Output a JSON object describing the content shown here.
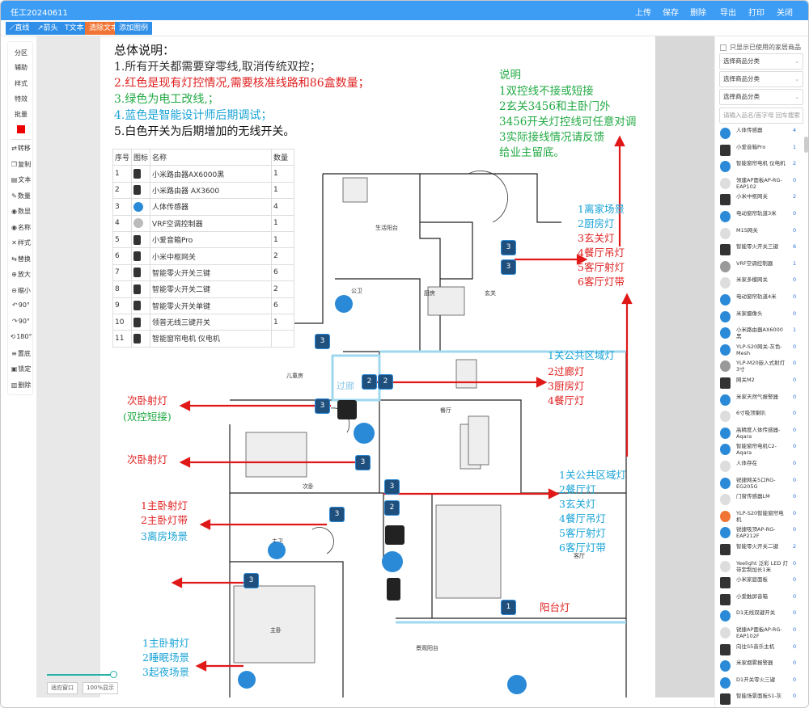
{
  "window": {
    "title": "任工20240611"
  },
  "top_actions": [
    "上传",
    "保存",
    "删除",
    "导出",
    "打印",
    "关闭"
  ],
  "toolbar": {
    "line": "直线",
    "arrow": "箭头",
    "text": "文本",
    "clear_text": "清除文本",
    "add_legend": "添加图例"
  },
  "left_tools": {
    "tabs": [
      "分区",
      "辅助",
      "样式",
      "特效",
      "批量"
    ],
    "tools": [
      "转移",
      "复制",
      "文本",
      "数量",
      "数显",
      "名称",
      "样式",
      "替换",
      "放大",
      "缩小",
      "90°",
      "90°",
      "180°",
      "置底",
      "锁定",
      "删除"
    ],
    "active_color": "#e00000"
  },
  "notes": {
    "title": "总体说明：",
    "lines": [
      {
        "text": "1.所有开关都需要穿零线,取消传统双控；",
        "color": "#111111"
      },
      {
        "text": "2.红色是现有灯控情况,需要核准线路和86盒数量；",
        "color": "#e02020"
      },
      {
        "text": "3.绿色为电工改线,；",
        "color": "#22aa44"
      },
      {
        "text": "4.蓝色是智能设计师后期调试；",
        "color": "#1aa3d6"
      },
      {
        "text": "5.白色开关为后期增加的无线开关。",
        "color": "#111111"
      }
    ]
  },
  "explain": {
    "title": "说明",
    "lines": [
      "1双控线不接或短接",
      "2玄关3456和主卧门外",
      "3456开关灯控线可任意对调",
      "3实际接线情况请反馈",
      "给业主留底。"
    ],
    "color": "#22aa44"
  },
  "legend": {
    "headers": [
      "序号",
      "图标",
      "名称",
      "数量"
    ],
    "rows": [
      {
        "no": "1",
        "icon": "router-icon",
        "name": "小米路由器AX6000黑",
        "qty": "1"
      },
      {
        "no": "2",
        "icon": "router-icon",
        "name": "小米路由器 AX3600",
        "qty": "1"
      },
      {
        "no": "3",
        "icon": "motion-sensor-icon",
        "name": "人体传感器",
        "qty": "4"
      },
      {
        "no": "4",
        "icon": "vrf-controller-icon",
        "name": "VRF空调控制器",
        "qty": "1"
      },
      {
        "no": "5",
        "icon": "speaker-icon",
        "name": "小爱音箱Pro",
        "qty": "1"
      },
      {
        "no": "6",
        "icon": "gateway-icon",
        "name": "小米中枢网关",
        "qty": "2"
      },
      {
        "no": "7",
        "icon": "switch-3-icon",
        "name": "智能零火开关三键",
        "qty": "6"
      },
      {
        "no": "8",
        "icon": "switch-2-icon",
        "name": "智能零火开关二键",
        "qty": "2"
      },
      {
        "no": "9",
        "icon": "switch-1-icon",
        "name": "智能零火开关单键",
        "qty": "6"
      },
      {
        "no": "10",
        "icon": "wireless-switch-icon",
        "name": "领普无线三键开关",
        "qty": "1"
      },
      {
        "no": "11",
        "icon": "curtain-motor-icon",
        "name": "智能窗帘电机 仪电机",
        "qty": ""
      }
    ]
  },
  "floorplan": {
    "rooms": [
      "生活阳台",
      "公卫",
      "厨房",
      "玄关",
      "过廊",
      "儿童房",
      "餐厅",
      "次卧",
      "主卫",
      "客厅",
      "主卧",
      "景观阳台"
    ],
    "labels": [
      {
        "lines": [
          "1离家场景",
          "2厨房灯"
        ],
        "color": "#1aa3d6"
      },
      {
        "lines": [
          "3玄关灯",
          "4餐厅吊灯",
          "5客厅射灯",
          "6客厅灯带"
        ],
        "color": "#e02020"
      },
      {
        "lines": [
          "1关公共区域灯"
        ],
        "color": "#1aa3d6"
      },
      {
        "lines": [
          "2过廊灯",
          "3厨房灯",
          "4餐厅灯"
        ],
        "color": "#e02020"
      },
      {
        "lines": [
          "次卧射灯"
        ],
        "color": "#e02020"
      },
      {
        "lines": [
          "(双控短接)"
        ],
        "color": "#22aa44"
      },
      {
        "lines": [
          "次卧射灯"
        ],
        "color": "#e02020"
      },
      {
        "lines": [
          "1关公共区域灯",
          "2餐厅灯",
          "3玄关灯",
          "4餐厅吊灯",
          "5客厅射灯",
          "6客厅灯带"
        ],
        "color": "#1aa3d6"
      },
      {
        "lines": [
          "1主卧射灯",
          "2主卧灯带"
        ],
        "color": "#e02020"
      },
      {
        "lines": [
          "3离房场景"
        ],
        "color": "#1aa3d6"
      },
      {
        "lines": [
          "阳台灯"
        ],
        "color": "#e02020"
      },
      {
        "lines": [
          "1主卧射灯",
          "2睡眠场景",
          "3起夜场景"
        ],
        "color": "#1aa3d6"
      }
    ],
    "badges": [
      "3",
      "3",
      "2",
      "2",
      "3",
      "3",
      "3",
      "2",
      "3",
      "3",
      "3",
      "1"
    ]
  },
  "right_panel": {
    "only_used": "只显示已使用的家居商品",
    "selects": [
      "选择商品分类",
      "选择商品分类",
      "选择商品分类"
    ],
    "search_placeholder": "请输入品名/首字母 回车搜索",
    "products": [
      {
        "name": "人体传感器",
        "qty": "4",
        "icon": "b"
      },
      {
        "name": "小爱音箱Pro",
        "qty": "1",
        "icon": "k"
      },
      {
        "name": "智能窗帘电机 仪电机",
        "qty": "2",
        "icon": "b"
      },
      {
        "name": "领建AP面板AP-RG-EAP102",
        "qty": "0",
        "icon": "w"
      },
      {
        "name": "小米中枢网关",
        "qty": "2",
        "icon": "k"
      },
      {
        "name": "电动窗帘轨道3米",
        "qty": "0",
        "icon": "b"
      },
      {
        "name": "M1S网关",
        "qty": "0",
        "icon": "w"
      },
      {
        "name": "智能零火开关三键",
        "qty": "6",
        "icon": "k"
      },
      {
        "name": "VRF空调控制器",
        "qty": "1",
        "icon": "g"
      },
      {
        "name": "米家多模网关",
        "qty": "0",
        "icon": "w"
      },
      {
        "name": "电动窗帘轨道4米",
        "qty": "0",
        "icon": "b"
      },
      {
        "name": "米家摄像头",
        "qty": "0",
        "icon": "b"
      },
      {
        "name": "小米路由器AX6000黑",
        "qty": "1",
        "icon": "b"
      },
      {
        "name": "YLP-S20网关-灰色-Mesh",
        "qty": "0",
        "icon": "b"
      },
      {
        "name": "YLP-M20嵌入式射灯3寸",
        "qty": "0",
        "icon": "g"
      },
      {
        "name": "网关M2",
        "qty": "0",
        "icon": "k"
      },
      {
        "name": "米家天然气报警器",
        "qty": "0",
        "icon": "b"
      },
      {
        "name": "6寸吸顶喇叭",
        "qty": "0",
        "icon": "w"
      },
      {
        "name": "高精度人体传感器-Aqara",
        "qty": "0",
        "icon": "b"
      },
      {
        "name": "智能窗帘电机C2-Aqara",
        "qty": "0",
        "icon": "b"
      },
      {
        "name": "人体存在",
        "qty": "0",
        "icon": "w"
      },
      {
        "name": "锐捷网关5口RG-EG205G",
        "qty": "0",
        "icon": "b"
      },
      {
        "name": "门窗传感器LM",
        "qty": "0",
        "icon": "w"
      },
      {
        "name": "YLP-S20智能窗帘电机",
        "qty": "0",
        "icon": "o"
      },
      {
        "name": "锐捷吸顶AP-RG-EAP212F",
        "qty": "0",
        "icon": "b"
      },
      {
        "name": "智能零火开关二键",
        "qty": "2",
        "icon": "k"
      },
      {
        "name": "Yeelight 泛彩 LED 灯带定制加长1米",
        "qty": "0",
        "icon": "w"
      },
      {
        "name": "小米家庭面板",
        "qty": "0",
        "icon": "k"
      },
      {
        "name": "小爱触屏音箱",
        "qty": "0",
        "icon": "k"
      },
      {
        "name": "D1无线双键开关",
        "qty": "0",
        "icon": "b"
      },
      {
        "name": "锐捷AP面板AP-RG-EAP102F",
        "qty": "0",
        "icon": "w"
      },
      {
        "name": "向往S5音乐主机",
        "qty": "0",
        "icon": "k"
      },
      {
        "name": "米家烟雾报警器",
        "qty": "0",
        "icon": "b"
      },
      {
        "name": "D1开关零火三键",
        "qty": "0",
        "icon": "b"
      },
      {
        "name": "智能场景面板S1-灰",
        "qty": "0",
        "icon": "k"
      }
    ]
  },
  "zoom_controls": {
    "fit": "适应窗口",
    "full": "100%显示"
  }
}
